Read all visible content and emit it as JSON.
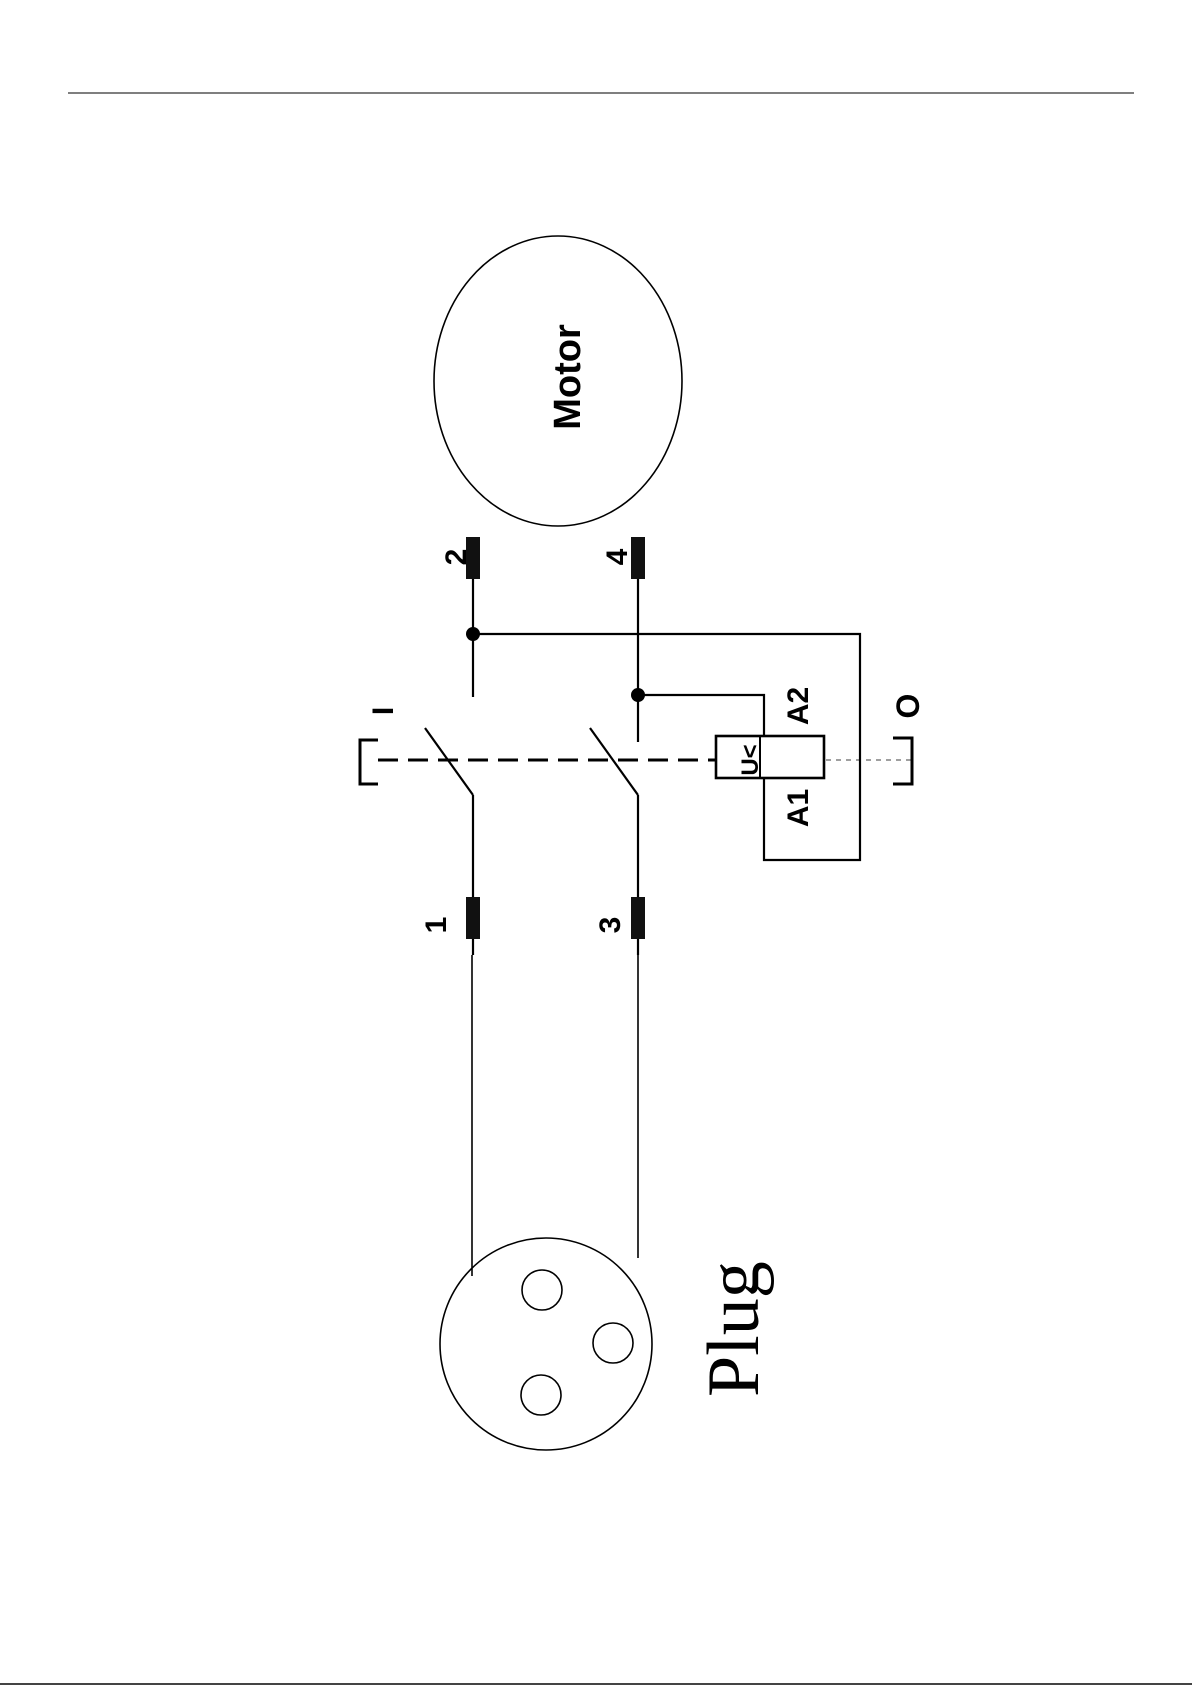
{
  "components": {
    "motor": {
      "label": "Motor"
    },
    "plug": {
      "label": "Plug"
    },
    "switch": {
      "on_label": "I",
      "off_label": "O",
      "coil_label": "U<",
      "coil_terminals": [
        "A1",
        "A2"
      ]
    },
    "terminals": [
      "1",
      "2",
      "3",
      "4"
    ]
  }
}
